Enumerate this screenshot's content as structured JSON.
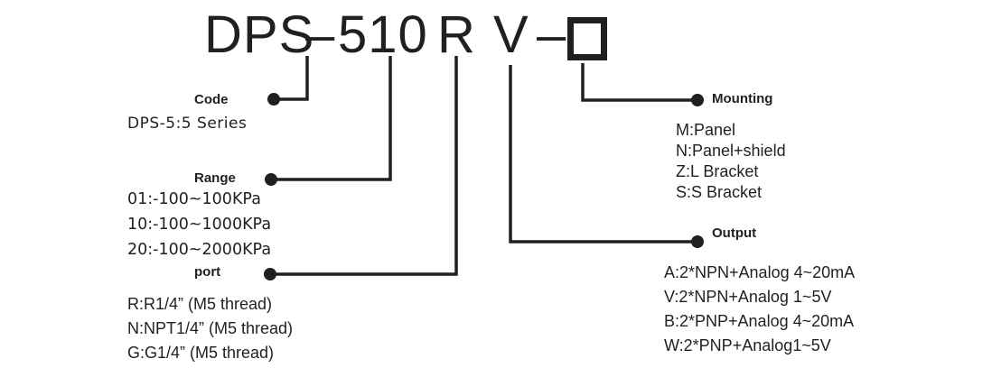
{
  "model": {
    "prefix": "DPS",
    "dash1": "–",
    "code": "510",
    "port": "R",
    "output": "V",
    "dash2": "–",
    "mounting_placeholder": "empty-box"
  },
  "code": {
    "label": "Code",
    "description": "DPS-5:5 Series"
  },
  "range": {
    "label": "Range",
    "items": [
      "01:-100~100KPa",
      "10:-100~1000KPa",
      "20:-100~2000KPa"
    ]
  },
  "port": {
    "label": "port",
    "items": [
      "R:R1/4” (M5 thread)",
      "N:NPT1/4” (M5 thread)",
      "G:G1/4” (M5 thread)"
    ]
  },
  "mounting": {
    "label": "Mounting",
    "items": [
      "M:Panel",
      "N:Panel+shield",
      "Z:L Bracket",
      "S:S Bracket"
    ]
  },
  "output": {
    "label": "Output",
    "items": [
      "A:2*NPN+Analog 4~20mA",
      "V:2*NPN+Analog 1~5V",
      "B:2*PNP+Analog 4~20mA",
      "W:2*PNP+Analog1~5V"
    ]
  },
  "colors": {
    "ink": "#231f20",
    "background": "#ffffff"
  }
}
